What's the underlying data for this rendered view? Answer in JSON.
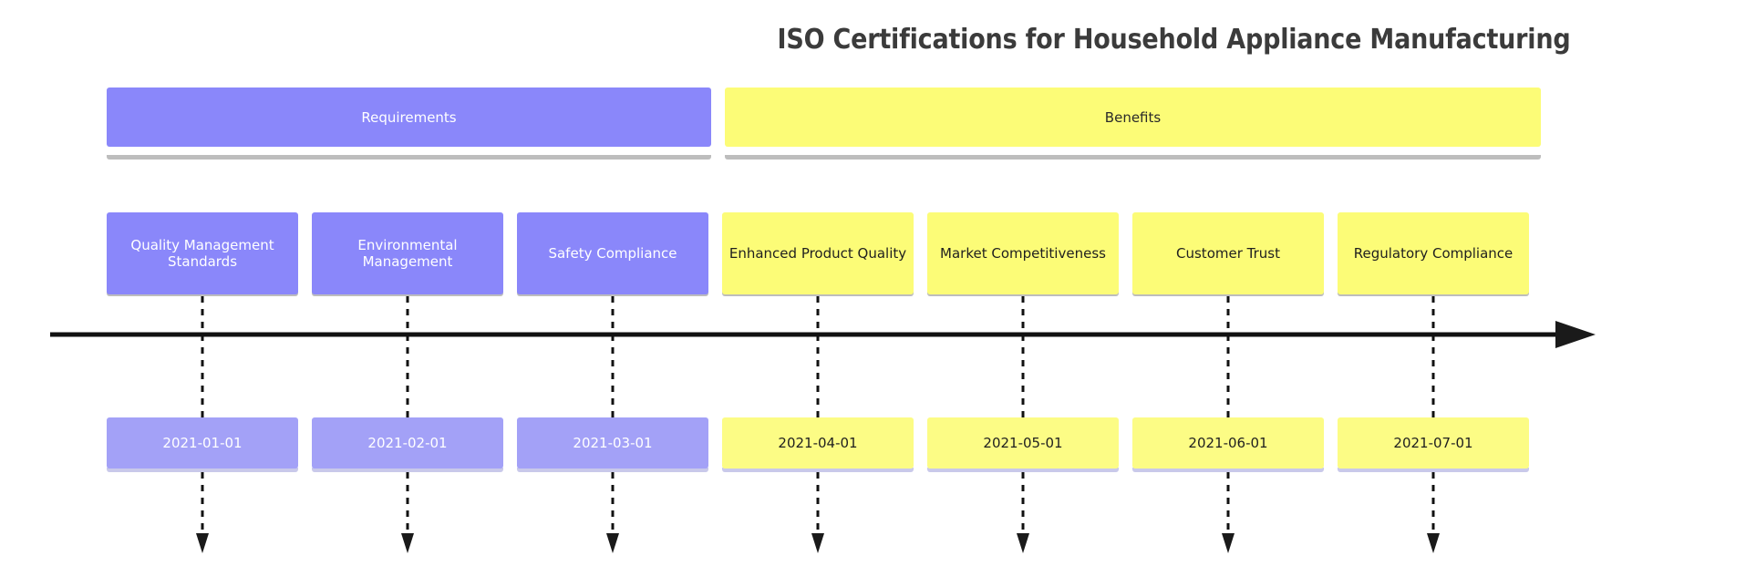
{
  "title": "ISO Certifications for Household Appliance Manufacturing",
  "colors": {
    "requirements": "#8a87fa",
    "benefits": "#fcfc77",
    "requirements_date": "#a3a1f7",
    "benefits_date": "#fcfc85",
    "axis": "#000000",
    "title_text": "#3b3b3b",
    "shadow": "#bdbdbd"
  },
  "groups": [
    {
      "label": "Requirements",
      "category": "requirements"
    },
    {
      "label": "Benefits",
      "category": "benefits"
    }
  ],
  "chart_data": {
    "type": "timeline",
    "title": "ISO Certifications for Household Appliance Manufacturing",
    "xlabel": "",
    "ylabel": "",
    "grid": false,
    "legend": "top-group-bars",
    "groups": [
      "Requirements",
      "Benefits"
    ],
    "events": [
      {
        "label": "Quality Management Standards",
        "date": "2021-01-01",
        "group": "Requirements"
      },
      {
        "label": "Environmental Management",
        "date": "2021-02-01",
        "group": "Requirements"
      },
      {
        "label": "Safety Compliance",
        "date": "2021-03-01",
        "group": "Requirements"
      },
      {
        "label": "Enhanced Product Quality",
        "date": "2021-04-01",
        "group": "Benefits"
      },
      {
        "label": "Market Competitiveness",
        "date": "2021-05-01",
        "group": "Benefits"
      },
      {
        "label": "Customer Trust",
        "date": "2021-06-01",
        "group": "Benefits"
      },
      {
        "label": "Regulatory Compliance",
        "date": "2021-07-01",
        "group": "Benefits"
      }
    ]
  },
  "events": [
    {
      "label": "Quality Management Standards",
      "date": "2021-01-01"
    },
    {
      "label": "Environmental Management",
      "date": "2021-02-01"
    },
    {
      "label": "Safety Compliance",
      "date": "2021-03-01"
    },
    {
      "label": "Enhanced Product Quality",
      "date": "2021-04-01"
    },
    {
      "label": "Market Competitiveness",
      "date": "2021-05-01"
    },
    {
      "label": "Customer Trust",
      "date": "2021-06-01"
    },
    {
      "label": "Regulatory Compliance",
      "date": "2021-07-01"
    }
  ]
}
